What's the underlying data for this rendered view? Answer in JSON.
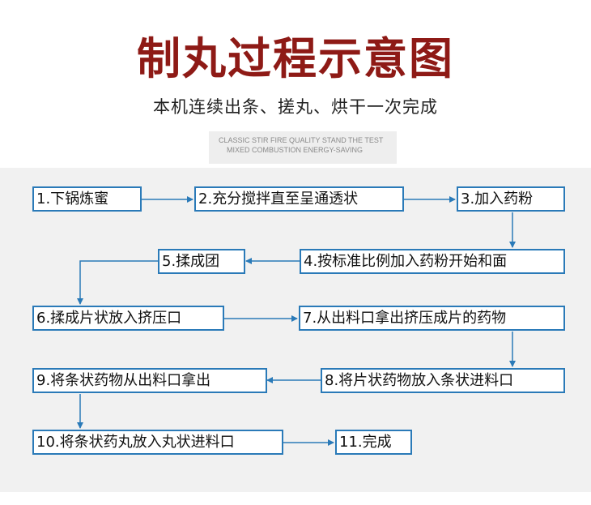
{
  "header": {
    "title": "制丸过程示意图",
    "subtitle": "本机连续出条、搓丸、烘干一次完成",
    "tagline_line1": "CLASSIC STIR FIRE QUALITY STAND THE TEST",
    "tagline_line2": "MIXED COMBUSTION ENERGY-SAVING"
  },
  "colors": {
    "title": "#8e1a16",
    "box_border": "#2a7ab8",
    "arrow": "#2a7ab8",
    "panel_bg": "#f1f1f1"
  },
  "steps": [
    "1.下锅炼蜜",
    "2.充分搅拌直至呈通透状",
    "3.加入药粉",
    "4.按标准比例加入药粉开始和面",
    "5.揉成团",
    "6.揉成片状放入挤压口",
    "7.从出料口拿出挤压成片的药物",
    "8.将片状药物放入条状进料口",
    "9.将条状药物从出料口拿出",
    "10.将条状药丸放入丸状进料口",
    "11.完成"
  ]
}
